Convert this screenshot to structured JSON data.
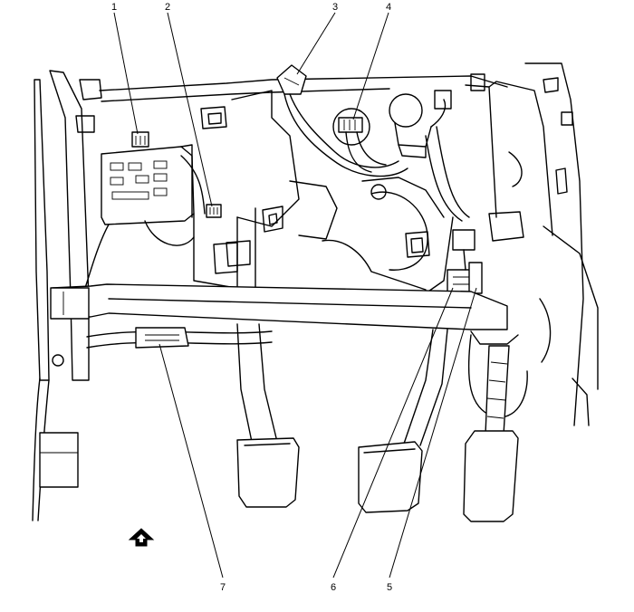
{
  "callouts": [
    {
      "label": "1"
    },
    {
      "label": "2"
    },
    {
      "label": "3"
    },
    {
      "label": "4"
    },
    {
      "label": "5"
    },
    {
      "label": "6"
    },
    {
      "label": "7"
    }
  ],
  "icons": {
    "front_arrow": "front-direction-arrow-icon"
  },
  "colors": {
    "line": "#000000",
    "background": "#ffffff"
  }
}
